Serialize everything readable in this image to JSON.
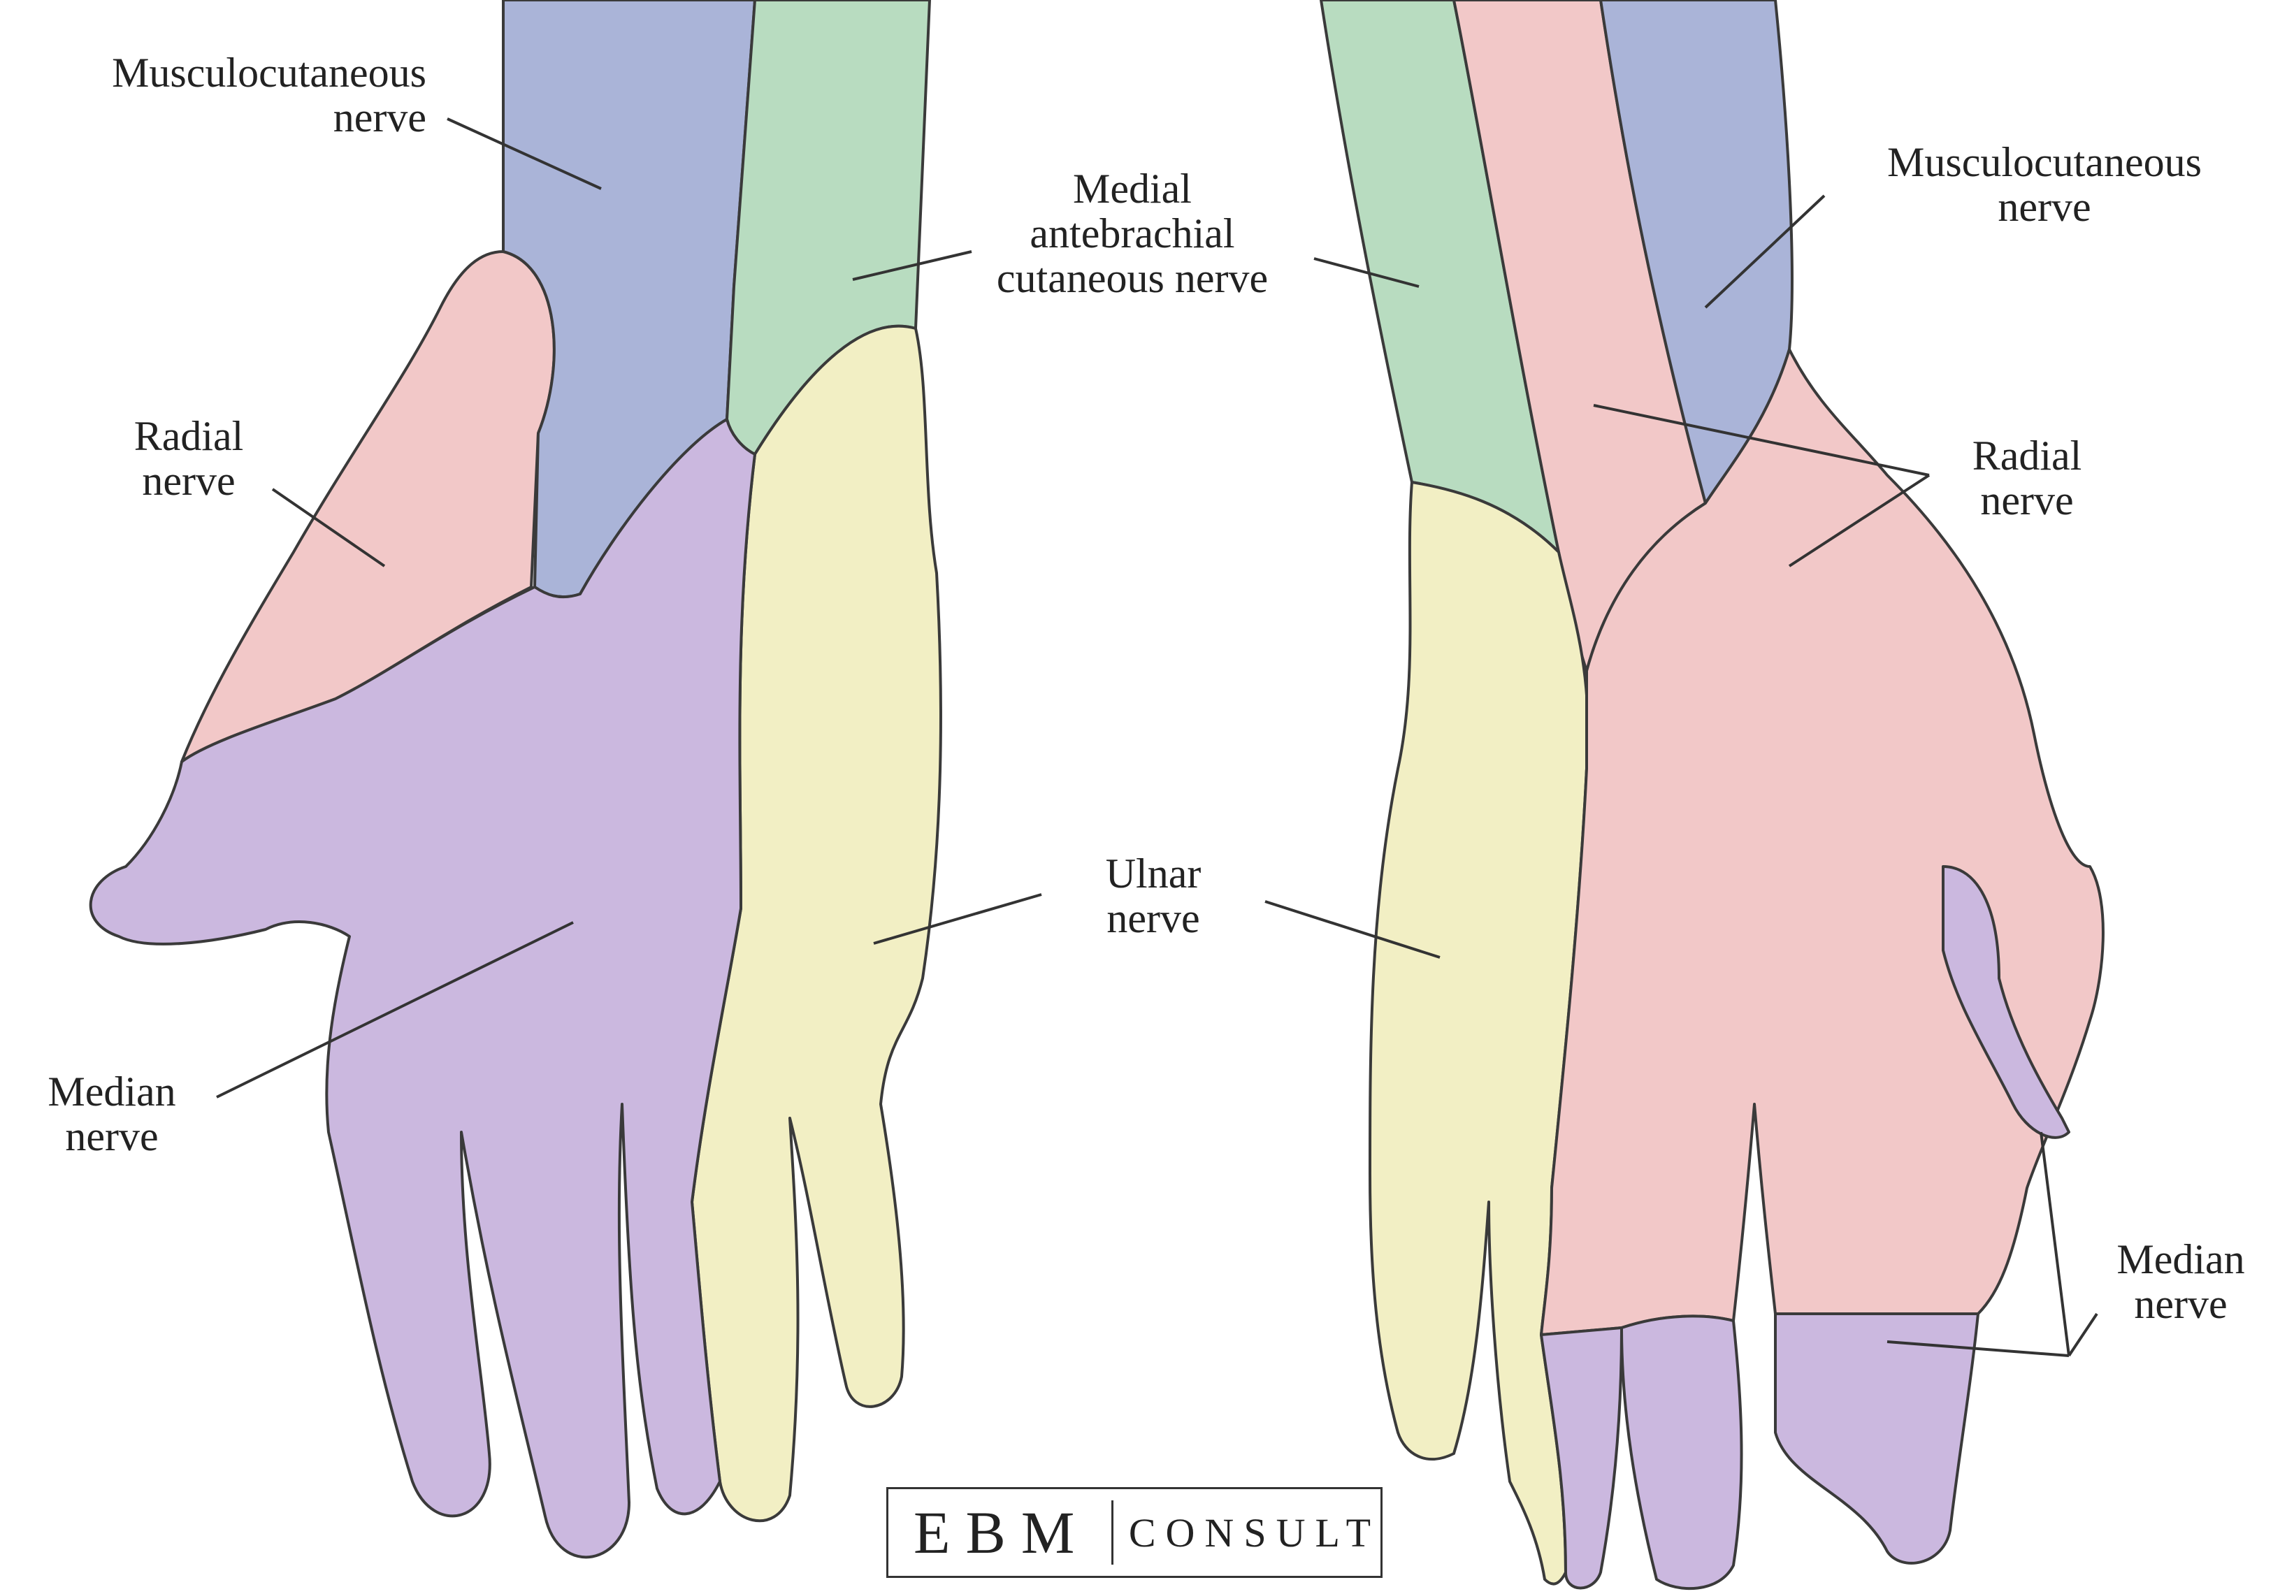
{
  "colors": {
    "musculocutaneous": "#aab4d8",
    "medial_antebrachial": "#b8dcc0",
    "radial": "#f2c8c8",
    "median": "#cbb8df",
    "ulnar": "#f2efc4",
    "outline": "#3a3a3a",
    "text": "#222222"
  },
  "labels": {
    "musculocutaneous_left": [
      "Musculocutaneous",
      "nerve"
    ],
    "radial_left": [
      "Radial",
      "nerve"
    ],
    "medial_antebrachial": [
      "Medial",
      "antebrachial",
      "cutaneous nerve"
    ],
    "median_left": [
      "Median",
      "nerve"
    ],
    "ulnar": [
      "Ulnar",
      "nerve"
    ],
    "musculocutaneous_right": [
      "Musculocutaneous",
      "nerve"
    ],
    "radial_right": [
      "Radial",
      "nerve"
    ],
    "median_right": [
      "Median",
      "nerve"
    ]
  },
  "logo": {
    "mark": "EBM",
    "text": "CONSULT"
  }
}
